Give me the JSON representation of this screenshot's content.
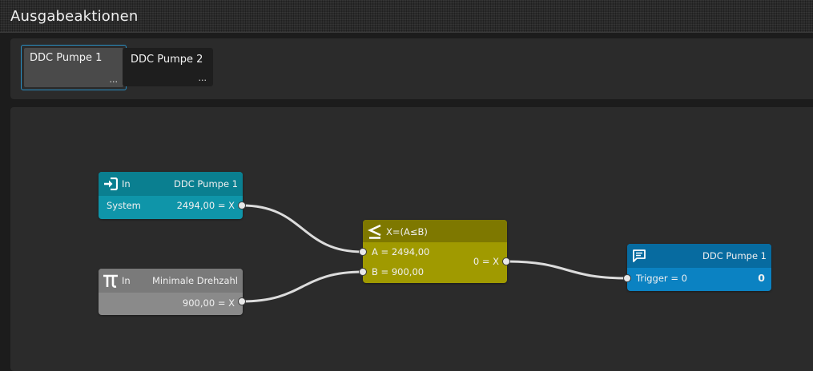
{
  "header": {
    "title": "Ausgabeaktionen"
  },
  "tabs": [
    {
      "label": "DDC Pumpe 1",
      "more": "...",
      "active": true
    },
    {
      "label": "DDC Pumpe 2",
      "more": "...",
      "active": false
    }
  ],
  "nodes": {
    "input_system": {
      "icon": "sign-in-icon",
      "type_label": "In",
      "title": "DDC Pumpe 1",
      "row_label": "System",
      "row_value": "2494,00 = X",
      "color": "#0f95a9"
    },
    "input_constant": {
      "icon": "pi-icon",
      "type_label": "In",
      "title": "Minimale Drehzahl",
      "row_value": "900,00 = X",
      "color": "#8a8a8a"
    },
    "compare": {
      "icon": "less-equal-icon",
      "title": "X=(A≤B)",
      "input_a": "A = 2494,00",
      "input_b": "B = 900,00",
      "output": "0 = X",
      "color": "#a09a00"
    },
    "output_action": {
      "icon": "message-icon",
      "title": "DDC Pumpe 1",
      "row_label": "Trigger = 0",
      "row_value": "0",
      "color": "#0b82c2"
    }
  },
  "colors": {
    "background": "#1c1c1c",
    "panel": "#2b2b2b",
    "accent": "#2a8fc4",
    "wire": "#dcdcdc"
  }
}
